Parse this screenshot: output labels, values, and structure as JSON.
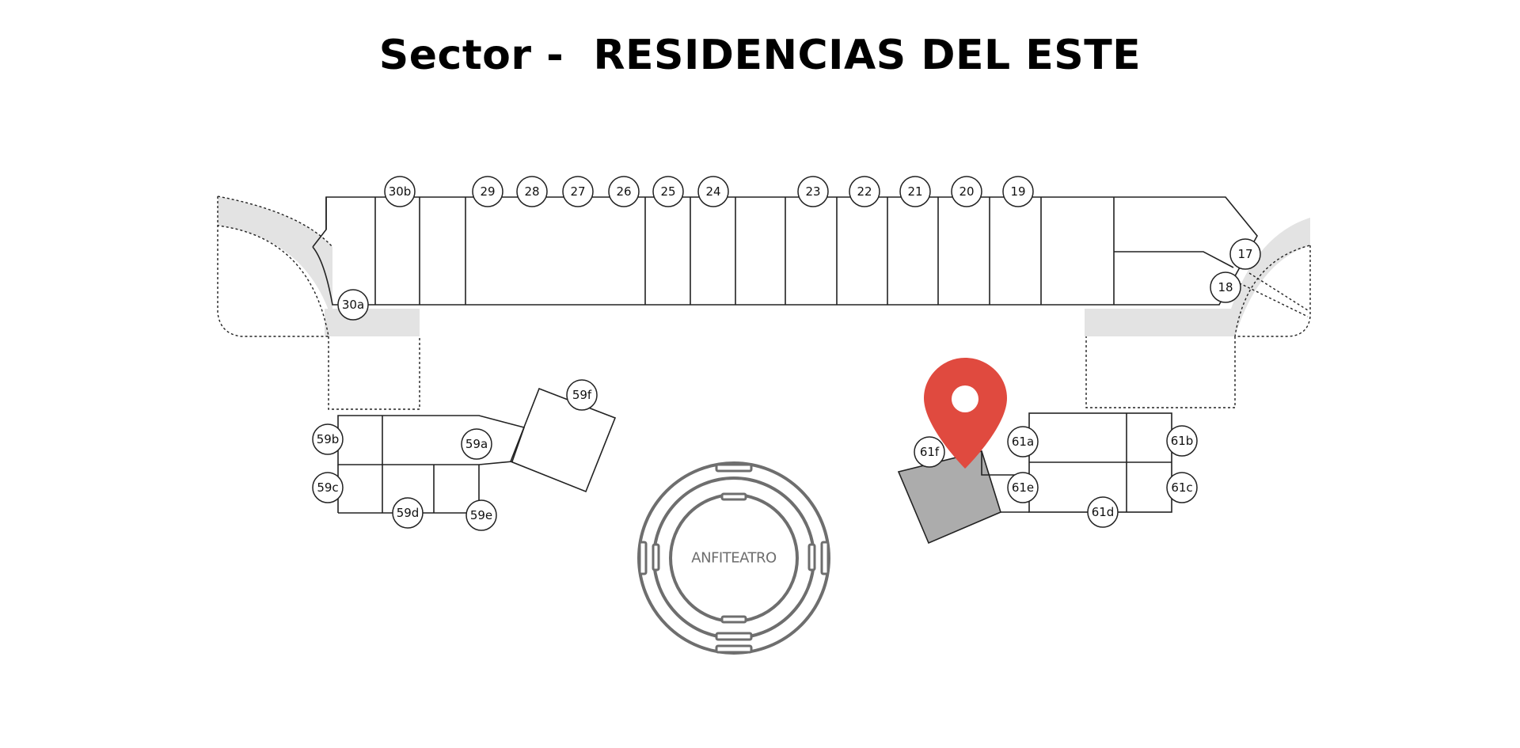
{
  "header": {
    "title": "Sector -  RESIDENCIAS DEL ESTE"
  },
  "amphitheater": {
    "label": "ANFITEATRO"
  },
  "units": [
    {
      "id": "30b"
    },
    {
      "id": "29"
    },
    {
      "id": "28"
    },
    {
      "id": "27"
    },
    {
      "id": "26"
    },
    {
      "id": "25"
    },
    {
      "id": "24"
    },
    {
      "id": "23"
    },
    {
      "id": "22"
    },
    {
      "id": "21"
    },
    {
      "id": "20"
    },
    {
      "id": "19"
    },
    {
      "id": "17"
    },
    {
      "id": "18"
    },
    {
      "id": "30a"
    },
    {
      "id": "59f"
    },
    {
      "id": "59b"
    },
    {
      "id": "59a"
    },
    {
      "id": "59c"
    },
    {
      "id": "59d"
    },
    {
      "id": "59e"
    },
    {
      "id": "61f"
    },
    {
      "id": "61a"
    },
    {
      "id": "61b"
    },
    {
      "id": "61e"
    },
    {
      "id": "61c"
    },
    {
      "id": "61d"
    }
  ],
  "highlighted_unit": "61f",
  "colors": {
    "pin": "#e04a3f",
    "highlight_fill": "#acacac",
    "walkway": "#e3e3e3",
    "lines": "#222222",
    "amphitheater": "#6e6e6e"
  },
  "icons": {
    "location": "map-pin-icon"
  }
}
